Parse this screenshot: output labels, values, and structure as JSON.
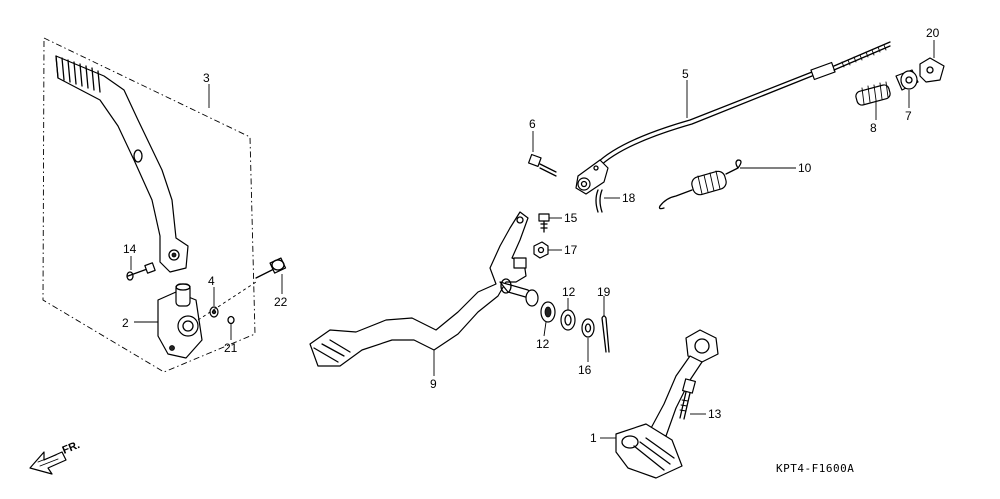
{
  "diagram_code": "KPT4-F1600A",
  "direction": {
    "label": "FR.",
    "icon": "direction-arrow-icon"
  },
  "callouts": {
    "c1": "1",
    "c2": "2",
    "c3": "3",
    "c4": "4",
    "c5": "5",
    "c6": "6",
    "c7": "7",
    "c8": "8",
    "c9": "9",
    "c10": "10",
    "c12a": "12",
    "c12b": "12",
    "c13": "13",
    "c14": "14",
    "c15": "15",
    "c16": "16",
    "c17": "17",
    "c18": "18",
    "c19": "19",
    "c20": "20",
    "c21": "21",
    "c22": "22"
  }
}
